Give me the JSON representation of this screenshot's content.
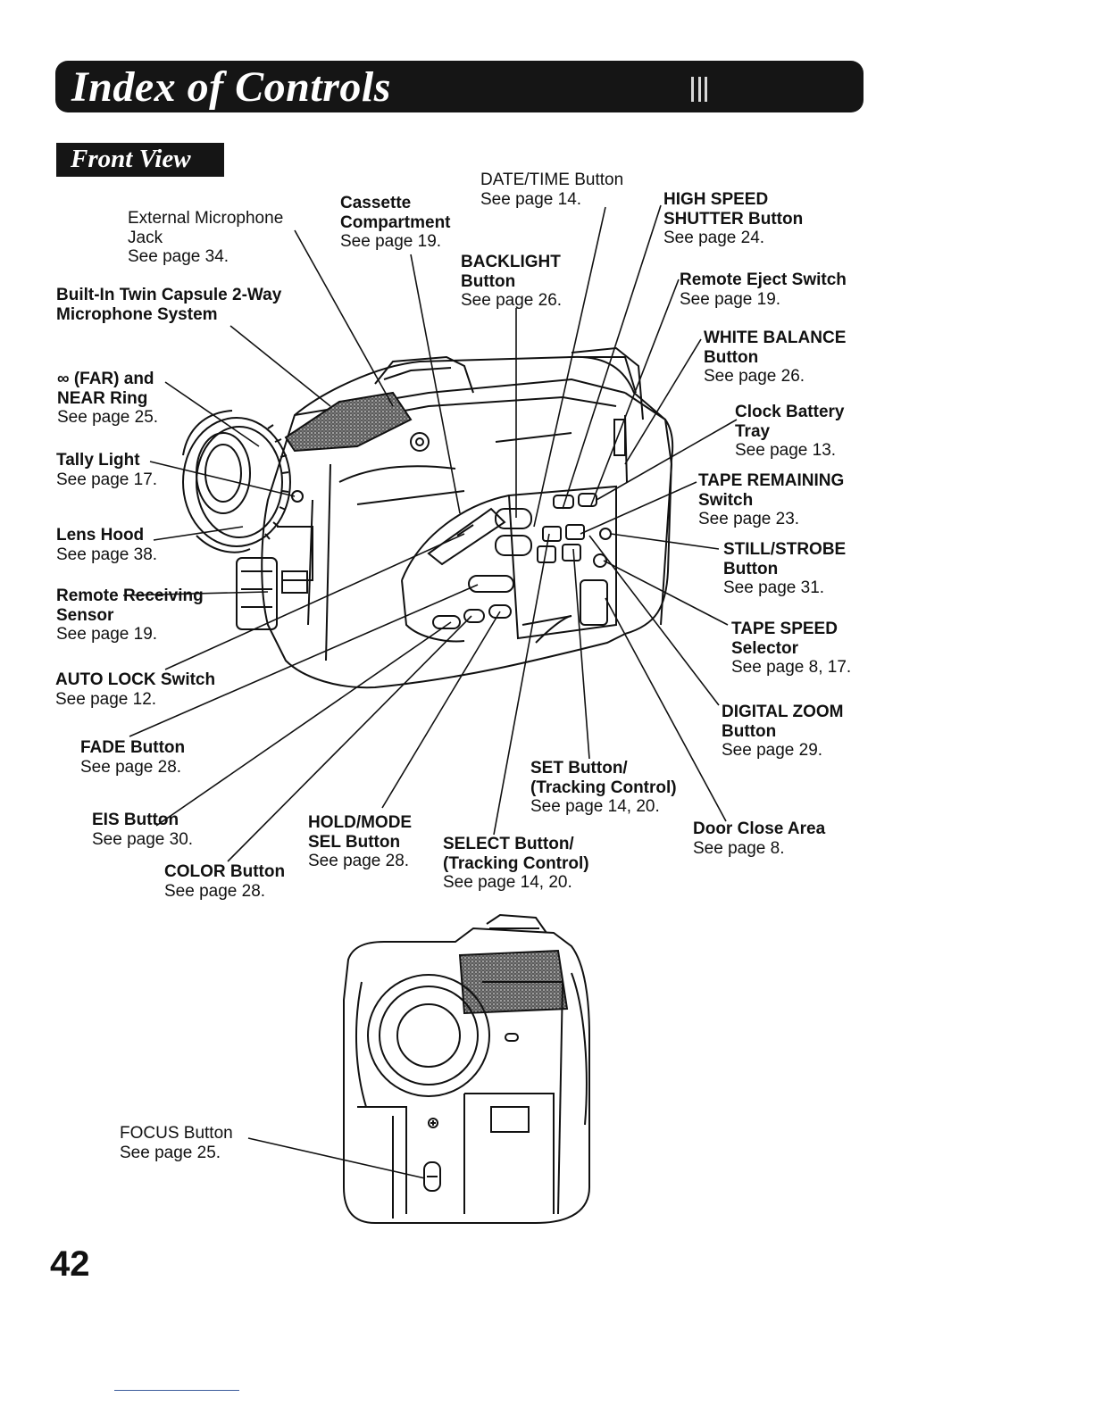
{
  "header": {
    "title": "Index of Controls"
  },
  "section": {
    "title": "Front View"
  },
  "callouts": {
    "date_time": {
      "label": "DATE/TIME Button",
      "ref": "See page 14."
    },
    "cassette": {
      "label": "Cassette Compartment",
      "ref": "See page 19."
    },
    "ext_mic": {
      "label": "External Microphone Jack",
      "ref": "See page 34."
    },
    "twin_mic": {
      "label": "Built-In Twin Capsule 2-Way Microphone System"
    },
    "high_speed": {
      "label": "HIGH SPEED SHUTTER Button",
      "ref": "See page 24."
    },
    "backlight": {
      "label": "BACKLIGHT Button",
      "ref": "See page 26."
    },
    "remote_eject": {
      "label": "Remote Eject Switch",
      "ref": "See page 19."
    },
    "white_balance": {
      "label": "WHITE BALANCE Button",
      "ref": "See page 26."
    },
    "far_near": {
      "label": "∞ (FAR) and NEAR Ring",
      "ref": "See page 25."
    },
    "clock_battery": {
      "label": "Clock Battery Tray",
      "ref": "See page 13."
    },
    "tally": {
      "label": "Tally Light",
      "ref": "See page 17."
    },
    "tape_remaining": {
      "label": "TAPE REMAINING Switch",
      "ref": "See page 23."
    },
    "lens_hood": {
      "label": "Lens Hood",
      "ref": "See page 38."
    },
    "still_strobe": {
      "label": "STILL/STROBE Button",
      "ref": "See page 31."
    },
    "remote_sensor": {
      "label": "Remote Receiving Sensor",
      "ref": "See page 19."
    },
    "tape_speed": {
      "label": "TAPE SPEED Selector",
      "ref": "See page 8, 17."
    },
    "auto_lock": {
      "label": "AUTO LOCK Switch",
      "ref": "See page 12."
    },
    "digital_zoom": {
      "label": "DIGITAL ZOOM Button",
      "ref": "See page 29."
    },
    "fade": {
      "label": "FADE Button",
      "ref": "See page 28."
    },
    "set": {
      "label": "SET Button/ (Tracking Control)",
      "ref": "See page 14, 20."
    },
    "eis": {
      "label": "EIS Button",
      "ref": "See page 30."
    },
    "door_close": {
      "label": "Door Close Area",
      "ref": "See page 8."
    },
    "hold_mode": {
      "label": "HOLD/MODE SEL Button",
      "ref": "See page 28."
    },
    "select": {
      "label": "SELECT Button/ (Tracking Control)",
      "ref": "See page 14, 20."
    },
    "color": {
      "label": "COLOR Button",
      "ref": "See page 28."
    },
    "focus": {
      "label": "FOCUS Button",
      "ref": "See page 25."
    }
  },
  "page_number": "42"
}
